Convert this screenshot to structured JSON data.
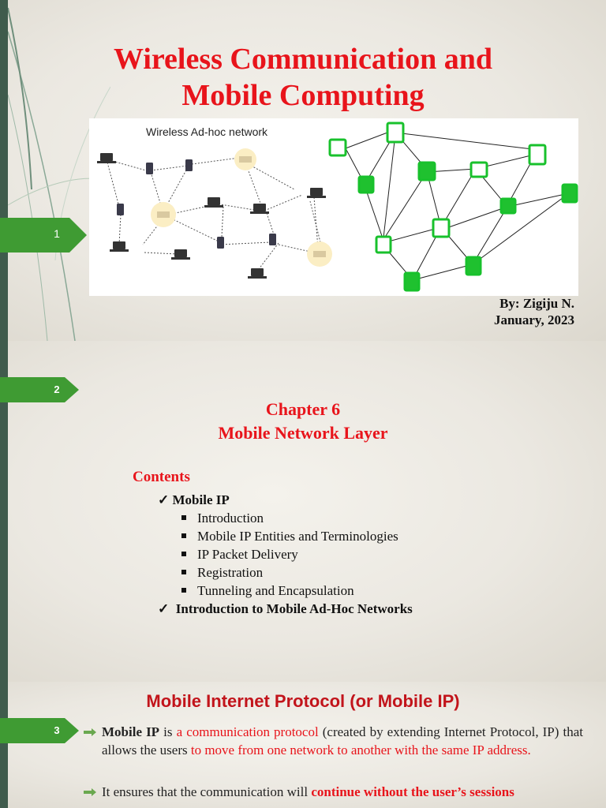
{
  "slide1": {
    "number": "1",
    "title_line1": "Wireless Communication and",
    "title_line2": "Mobile Computing",
    "image_caption": "Wireless Ad-hoc network",
    "author": "By: Zigiju N.",
    "date": "January, 2023"
  },
  "slide2": {
    "number": "2",
    "chapter": "Chapter 6",
    "chapter_title": "Mobile Network Layer",
    "contents_heading": "Contents",
    "items": [
      {
        "label": "Mobile IP",
        "sub": [
          "Introduction",
          "Mobile IP Entities and Terminologies",
          "IP Packet Delivery",
          "Registration",
          "Tunneling and Encapsulation"
        ]
      },
      {
        "label": "Introduction to Mobile Ad-Hoc Networks"
      }
    ],
    "check_glyph": "✓"
  },
  "slide3": {
    "number": "3",
    "heading": "Mobile Internet Protocol (or Mobile IP)",
    "bullet1": {
      "bold": "Mobile IP",
      "t1": " is ",
      "red1": "a communication protocol",
      "t2": " (created by extending Internet Protocol, IP) that allows the users ",
      "red2": "to move from one network to another with the same IP address."
    },
    "bullet2": {
      "t1": "It ensures that the communication will ",
      "redbold": "continue without the user’s sessions"
    }
  },
  "colors": {
    "title_red": "#e8141b",
    "badge_green": "#3f9b33",
    "bar_green": "#3f5b4c"
  }
}
